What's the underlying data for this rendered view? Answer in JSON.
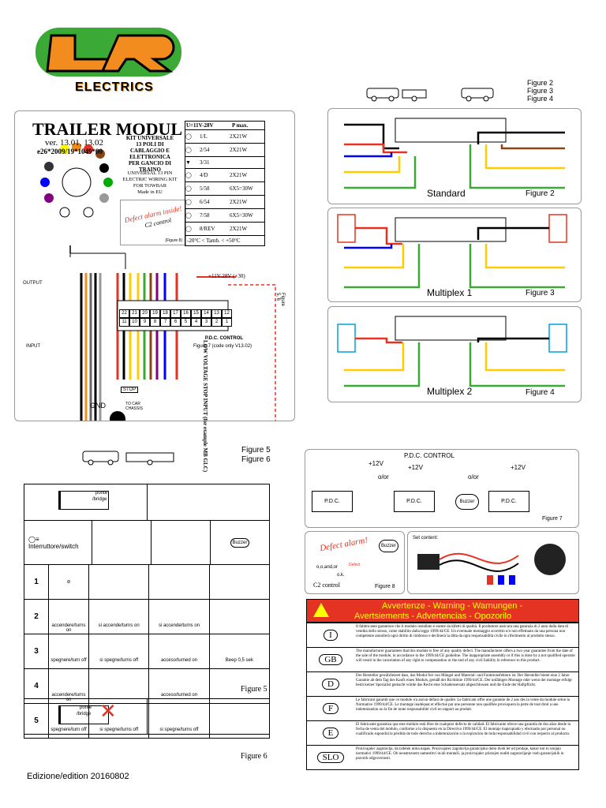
{
  "brand": {
    "logo_letters": "LR",
    "electrics": "ELECTRICS",
    "color_green": "#3aa935",
    "color_orange": "#f28c1e"
  },
  "module": {
    "title": "TRAILER MODUL",
    "version": "ver. 13.01, 13.02",
    "approval": "e26*2009/19*1049*00",
    "it_desc": [
      "KIT UNIVERSALE",
      "13 POLI DI",
      "CABLAGGIO E",
      "ELETTRONICA",
      "PER GANCIO DI TRAINO"
    ],
    "en_desc": [
      "UNIVERSAL 13 PIN",
      "ELECTRIC WIRING KIT",
      "FOR TOWBAR"
    ],
    "made": "Made in EU",
    "defect_note": "Defect alarm inside!",
    "c2": "C2 control",
    "figure8_ref": "(Figure 8)",
    "spec_header": [
      "U=11V-28V",
      "P max."
    ],
    "spec_rows": [
      [
        "1/L",
        "2X21W"
      ],
      [
        "2/54",
        "2X21W"
      ],
      [
        "3/31",
        ""
      ],
      [
        "4/D",
        "2X21W"
      ],
      [
        "5/58",
        "6X5=30W"
      ],
      [
        "6/54",
        "2X21W"
      ],
      [
        "7/58",
        "6X5=30W"
      ],
      [
        "8/REV",
        "2X21W"
      ]
    ],
    "temp": "-20°C < Tamb. < +50°C",
    "voltage": "+11V-28V (+30)",
    "low_voltage": "LOW VOLTAGE STOP INPUT (for example MB GLC)",
    "figure56": "Figure 5, 6",
    "pdc_label": "P.D.C. CONTROL",
    "pdc_fig": "Figure 7 (code only V13.02)",
    "pins_top": [
      "22",
      "21",
      "20",
      "19",
      "18",
      "17",
      "16",
      "15",
      "14",
      "13",
      "12"
    ],
    "pins_bottom": [
      "11",
      "10",
      "9",
      "8",
      "7",
      "6",
      "5",
      "4",
      "3",
      "2",
      "1"
    ],
    "gnd": "GND",
    "to_car_chassis": "TO CAR CHASSIS",
    "output": "OUTPUT",
    "input": "INPUT",
    "stop": "STOP"
  },
  "figures_right": {
    "legend": [
      "Figure 2",
      "Figure 3",
      "Figure 4"
    ],
    "panels": [
      {
        "label": "Standard",
        "fig": "Figure 2"
      },
      {
        "label": "Multiplex 1",
        "fig": "Figure 3"
      },
      {
        "label": "Multiplex 2",
        "fig": "Figure 4"
      }
    ]
  },
  "fig56": {
    "top_labels": [
      "Figure 5",
      "Figure 6"
    ],
    "ponte": "ponte",
    "bridge": "/bridge",
    "switch": "Interruttore/switch",
    "buzzer": "Buzzer",
    "rows": [
      {
        "n": "1",
        "sw": "",
        "c2": "",
        "c3": "",
        "c4": ""
      },
      {
        "n": "2",
        "sw": "accendere/turns on",
        "c2": "si accende/turns on",
        "c3": "si accende/turns on",
        "c4": ""
      },
      {
        "n": "3",
        "sw": "spegnere/turn off",
        "c2": "si spegne/turns off",
        "c3": "acceso/turned on",
        "c4": "Beep 0,5 sek"
      },
      {
        "n": "4",
        "sw": "accendere/turns on",
        "c2": "",
        "c3": "acceso/turned on",
        "c4": ""
      },
      {
        "n": "5",
        "sw": "spegnere/turn off",
        "c2": "si spegne/turns off",
        "c3": "si spegne/turns off",
        "c4": ""
      }
    ],
    "figure5": "Figure 5",
    "figure6": "Figure 6",
    "edition": "Edizione/edition 20160802"
  },
  "pdc": {
    "title": "P.D.C. CONTROL",
    "v12": "+12V",
    "oor": "o/or",
    "pdc": "P.D.C.",
    "buzzer": "Buzzer",
    "figure7": "Figure 7"
  },
  "fig8": {
    "defect": "Defect alarm!",
    "oo": "o,o,and,or",
    "ok": "o.k.",
    "defect_small": "Defect",
    "buzzer": "Buzzer",
    "c2": "C2 control",
    "figure8": "Figure 8",
    "set_content": "Set content:"
  },
  "warning": {
    "line1": "Avvertenze  -  Warning  -  Warnungen  -",
    "line2": "Avertsiements - Advertencias - Opozorilo",
    "color": "#e53323",
    "items": [
      {
        "code": "I",
        "text": "Il fabbricante garantisce che il modulo installato è esente da difetti di qualità. Il produttore assicura una garanzia di 2 anni dalla data di vendita dello stesso, come stabilito dalla legge 1999/44/CE. Un eventuale montaggio scorretto e/o non effettuato da una persona non competente annullerà ogni diritto di rimborso e declinerà la ditta da ogni responsabilità civile in riferimento al prodotto stesso."
      },
      {
        "code": "GB",
        "text": "The manufacturer guarantees that this module is free of any quality defect. The manufacturer offers a two year guarantee from the date of the sale of the module, in accordance to the 1999/44/CE guideline. The inappropriate assembly or if this is done by a not qualified operator will result in the cancelation of any right to compensation or the end of any civil liability in reference to this product."
      },
      {
        "code": "D",
        "text": "Der Hersteller gewährleistet dass, das Modul frei von Mängel und Material- und Funktionsfehlern ist. Der Hersteller bietet eine 2 Jahre Garantie ab dem Tag des Kaufs eines Moduls, gemäß der Richtlinie 1999/44/CE. Der unfähigen Montage oder wenn der montage erfolgt beim keiner Spezialist gemacht würde das Recht eine Schadensersatz abgeschlossen und die Ende der Haftpflicht."
      },
      {
        "code": "F",
        "text": "Le fabricant garantit que ce module n'a aucun défaut de qualité. Le fabricant offre une garantie de 2 ans dès la vente du module selon la Normative 1999/44/CE. Le montage inadéquat et effectué par une personne non qualifiée provoquera la perte de tout droit a une indemnisation ou la fin de toute responsabilité civil en rapport au produit."
      },
      {
        "code": "E",
        "text": "El fabricante garantiza que este módulo está libre de cualquier defecto de calidad. El fabricante ofrece una garantía de dos años desde la fecha de venta del módulo, conforme a lo dispuesto en la Directiva 1999/44/CE. El montaje inapropiado y efectuado por personal no cualificado supondrá la pérdida de todo derecho a indemnización o la expiración de toda responsabilidad civil con respecto al producto."
      },
      {
        "code": "SLO",
        "text": "Proizvajalec zagotavlja, da izdelek nima napak. Proizvajalec zagotavlja garancijsko dobo dveh let od prodaje, kakor kot to urejajo normativi 1999/44/CE. Ob neustreznem namestitvi in/ali montaži. ja proizvajalec pristojen nuditi zagotavljanje vseh garancijskih in pravnih odgovornosti."
      }
    ]
  }
}
